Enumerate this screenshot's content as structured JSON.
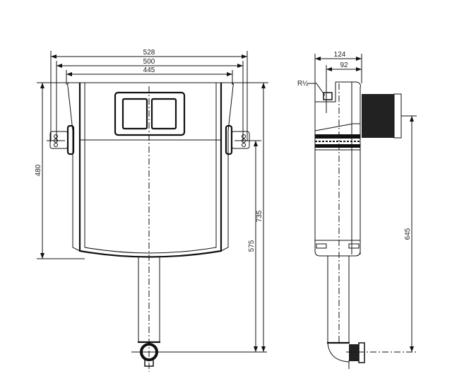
{
  "drawing": {
    "front_view": {
      "dim_width_overall": "528",
      "dim_width_brackets": "500",
      "dim_width_body": "445",
      "dim_height_tank": "480",
      "dim_height_total": "735",
      "dim_height_bracket": "575"
    },
    "side_view": {
      "dim_depth_overall": "124",
      "dim_depth_body": "92",
      "inlet_thread": "R½",
      "dim_height_outlet": "645"
    }
  }
}
